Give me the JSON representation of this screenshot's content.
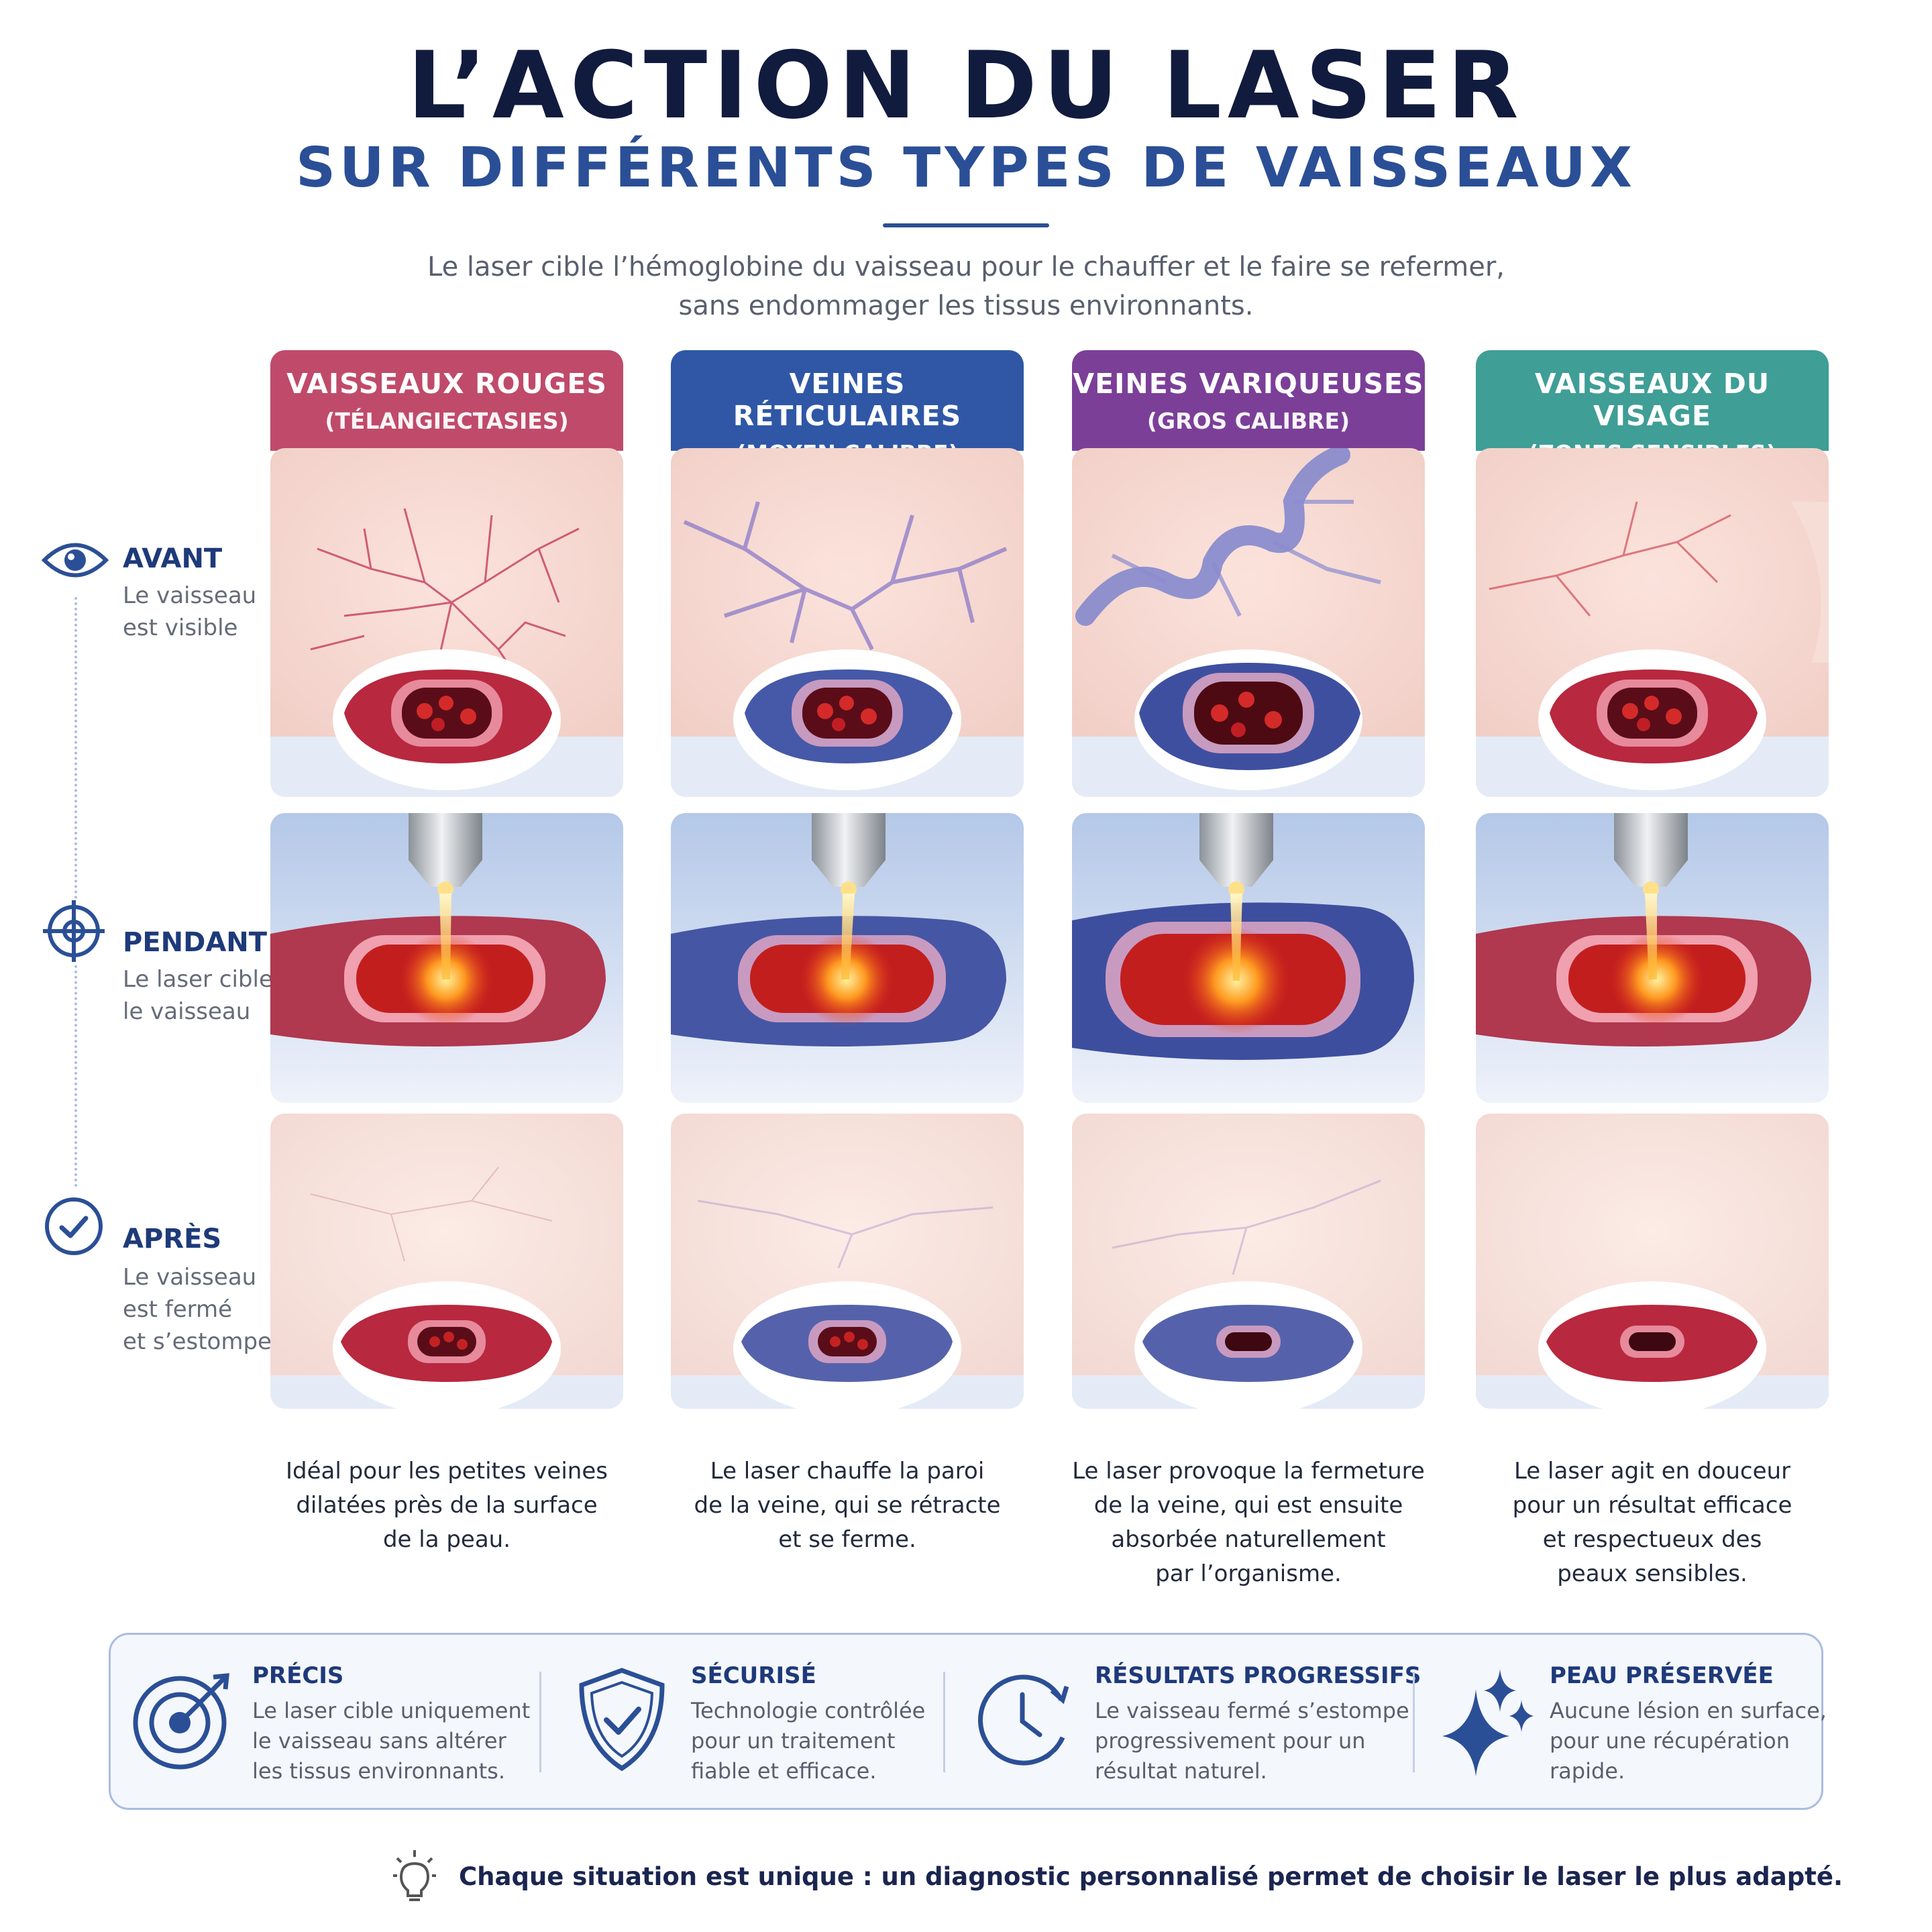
{
  "header": {
    "title": "L’ACTION DU LASER",
    "subtitle": "SUR DIFFÉRENTS TYPES DE VAISSEAUX",
    "intro_line1": "Le laser cible l’hémoglobine du vaisseau pour le chauffer et le faire se refermer,",
    "intro_line2": "sans endommager les tissus environnants."
  },
  "phases": [
    {
      "title": "AVANT",
      "desc_line1": "Le vaisseau",
      "desc_line2": "est visible",
      "desc_line3": "",
      "icon": "eye-icon"
    },
    {
      "title": "PENDANT",
      "desc_line1": "Le laser cible",
      "desc_line2": "le vaisseau",
      "desc_line3": "",
      "icon": "crosshair-icon"
    },
    {
      "title": "APRÈS",
      "desc_line1": "Le vaisseau",
      "desc_line2": "est fermé",
      "desc_line3": "et s’estompe",
      "icon": "check-circle-icon"
    }
  ],
  "columns": [
    {
      "title": "VAISSEAUX ROUGES",
      "subtitle": "(TÉLANGIECTASIES)",
      "color": "#c04a6a",
      "desc_line1": "Idéal pour les petites veines",
      "desc_line2": "dilatées près de la surface",
      "desc_line3": "de la peau.",
      "desc_line4": ""
    },
    {
      "title": "VEINES RÉTICULAIRES",
      "subtitle": "(MOYEN CALIBRE)",
      "color": "#2f57a6",
      "desc_line1": "Le laser chauffe la paroi",
      "desc_line2": "de la veine, qui se rétracte",
      "desc_line3": "et se ferme.",
      "desc_line4": ""
    },
    {
      "title": "VEINES VARIQUEUSES",
      "subtitle": "(GROS CALIBRE)",
      "color": "#7b3f98",
      "desc_line1": "Le laser provoque la fermeture",
      "desc_line2": "de la veine, qui est ensuite",
      "desc_line3": "absorbée naturellement",
      "desc_line4": "par l’organisme."
    },
    {
      "title": "VAISSEAUX DU VISAGE",
      "subtitle": "(ZONES SENSIBLES)",
      "color": "#3f9e96",
      "desc_line1": "Le laser agit en douceur",
      "desc_line2": "pour un résultat efficace",
      "desc_line3": "et respectueux des",
      "desc_line4": "peaux sensibles."
    }
  ],
  "benefits": [
    {
      "title": "PRÉCIS",
      "line1": "Le laser cible uniquement",
      "line2": "le vaisseau sans altérer",
      "line3": "les tissus environnants.",
      "icon": "target-icon"
    },
    {
      "title": "SÉCURISÉ",
      "line1": "Technologie contrôlée",
      "line2": "pour un traitement",
      "line3": "fiable et efficace.",
      "icon": "shield-check-icon"
    },
    {
      "title": "RÉSULTATS PROGRESSIFS",
      "line1": "Le vaisseau fermé s’estompe",
      "line2": "progressivement pour un",
      "line3": "résultat naturel.",
      "icon": "clock-icon"
    },
    {
      "title": "PEAU PRÉSERVÉE",
      "line1": "Aucune lésion en surface,",
      "line2": "pour une récupération",
      "line3": "rapide.",
      "icon": "sparkles-icon"
    }
  ],
  "footer": {
    "text": "Chaque situation est unique : un diagnostic personnalisé permet de choisir le laser le plus adapté.",
    "icon": "lightbulb-icon"
  }
}
